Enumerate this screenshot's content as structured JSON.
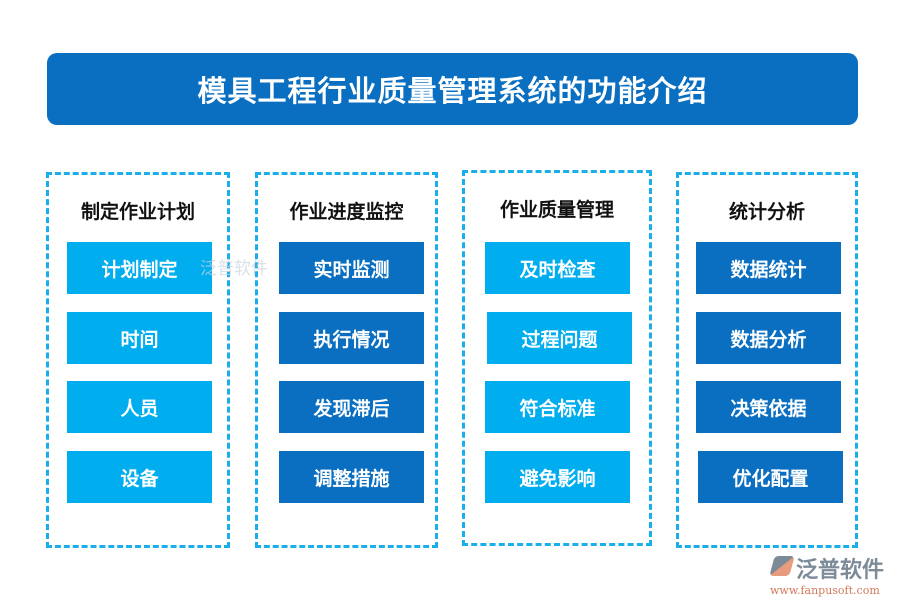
{
  "title": "模具工程行业质量管理系统的功能介绍",
  "columns": [
    {
      "heading": "制定作业计划",
      "style": "light",
      "items": [
        "计划制定",
        "时间",
        "人员",
        "设备"
      ]
    },
    {
      "heading": "作业进度监控",
      "style": "dark",
      "items": [
        "实时监测",
        "执行情况",
        "发现滞后",
        "调整措施"
      ]
    },
    {
      "heading": "作业质量管理",
      "style": "light",
      "items": [
        "及时检查",
        "过程问题",
        "符合标准",
        "避免影响"
      ]
    },
    {
      "heading": "统计分析",
      "style": "dark",
      "items": [
        "数据统计",
        "数据分析",
        "决策依据",
        "优化配置"
      ]
    }
  ],
  "colors": {
    "light": "#00aeef",
    "dark": "#0a6fc0",
    "border": "#1aaeea"
  },
  "watermark": "泛普软件",
  "logo": {
    "name": "泛普软件",
    "url": "www.fanpusoft.com"
  }
}
